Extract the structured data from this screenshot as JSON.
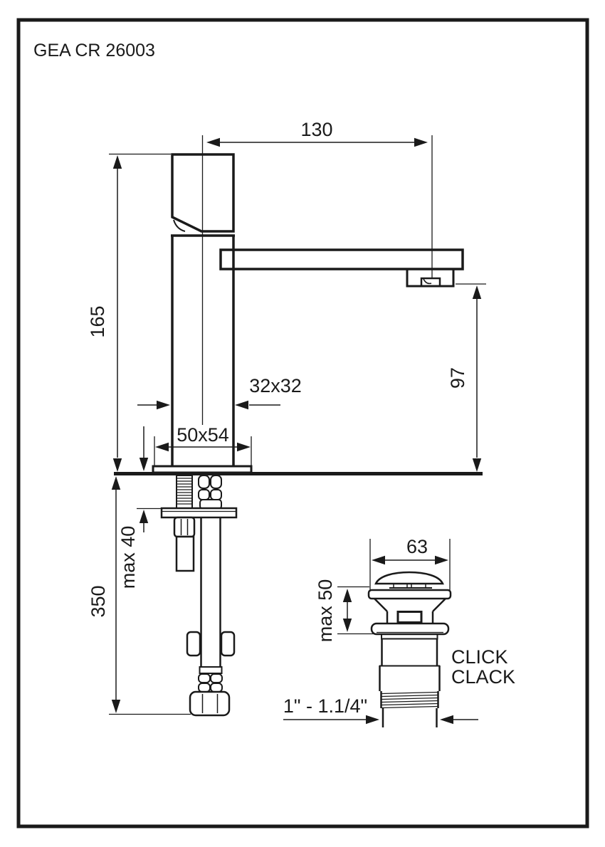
{
  "title": "GEA CR 26003",
  "colors": {
    "ink": "#1a1a1a",
    "background": "#ffffff"
  },
  "dimensions": {
    "spout_reach": "130",
    "total_height": "165",
    "spout_height": "97",
    "body_section": "32x32",
    "base_plate": "50x54",
    "max_mounting_thickness": "max 40",
    "supply_hose_length": "350",
    "waste_cap_diameter": "63",
    "waste_max_height": "max 50",
    "waste_thread_size": "1\" - 1.1/4\"",
    "waste_label_line1": "CLICK",
    "waste_label_line2": "CLACK"
  }
}
